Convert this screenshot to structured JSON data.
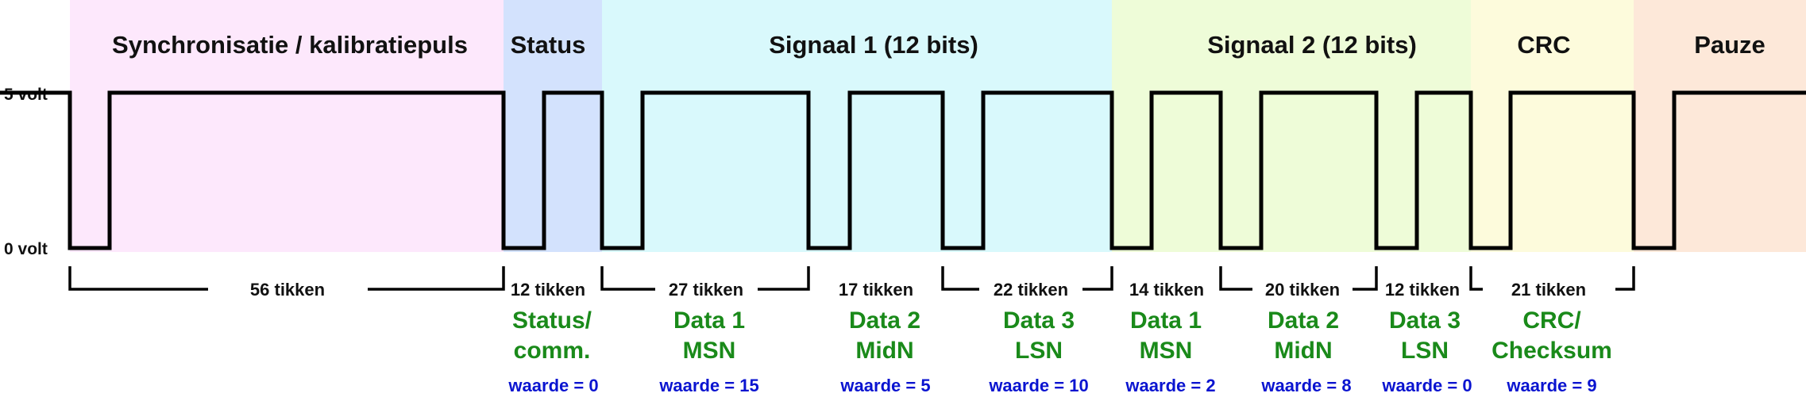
{
  "levels": {
    "high": "5 volt",
    "low": "0 volt"
  },
  "sections": [
    {
      "label": "Synchronisatie / kalibratiepuls",
      "color": "#fde8fc"
    },
    {
      "label": "Status",
      "color": "#d3e2fd"
    },
    {
      "label": "Signaal 1 (12 bits)",
      "color": "#d9f9fc"
    },
    {
      "label": "Signaal 2 (12 bits)",
      "color": "#eefcd8"
    },
    {
      "label": "CRC",
      "color": "#fdfbdc"
    },
    {
      "label": "Pauze",
      "color": "#fde8d9"
    }
  ],
  "segments": [
    {
      "ticks": "56 tikken"
    },
    {
      "ticks": "12 tikken",
      "lines": [
        "Status/",
        "comm."
      ],
      "value": "waarde = 0"
    },
    {
      "ticks": "27 tikken",
      "lines": [
        "Data 1",
        "MSN"
      ],
      "value": "waarde = 15"
    },
    {
      "ticks": "17 tikken",
      "lines": [
        "Data 2",
        "MidN"
      ],
      "value": "waarde = 5"
    },
    {
      "ticks": "22 tikken",
      "lines": [
        "Data 3",
        "LSN"
      ],
      "value": "waarde = 10"
    },
    {
      "ticks": "14 tikken",
      "lines": [
        "Data 1",
        "MSN"
      ],
      "value": "waarde = 2"
    },
    {
      "ticks": "20 tikken",
      "lines": [
        "Data 2",
        "MidN"
      ],
      "value": "waarde = 8"
    },
    {
      "ticks": "12 tikken",
      "lines": [
        "Data 3",
        "LSN"
      ],
      "value": "waarde = 0"
    },
    {
      "ticks": "21 tikken",
      "lines": [
        "CRC/",
        "Checksum"
      ],
      "value": "waarde = 9"
    }
  ]
}
